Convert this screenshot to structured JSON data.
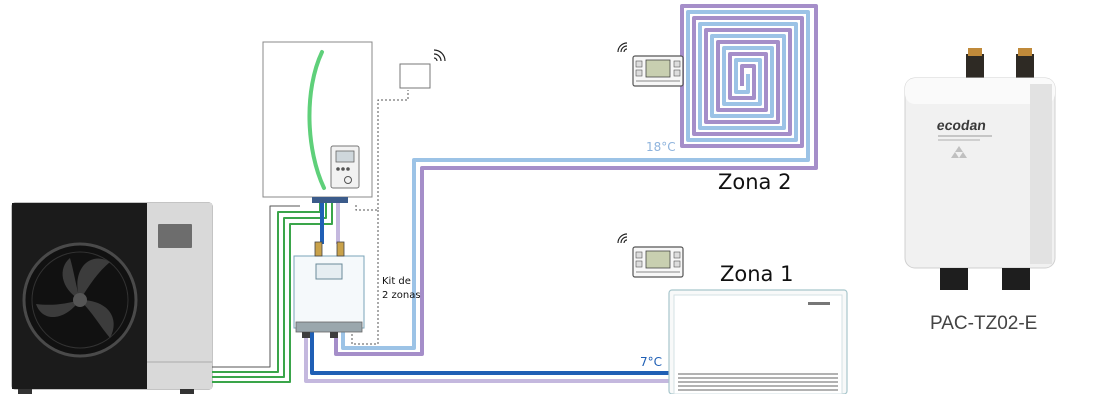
{
  "zones": {
    "zone2_label": "Zona 2",
    "zone1_label": "Zona 1",
    "zone2_temp": "18°C",
    "zone1_temp": "7°C"
  },
  "kit": {
    "line1": "Kit de",
    "line2": "2 zonas"
  },
  "product": {
    "model": "PAC-TZ02-E",
    "logo_text": "ecodan"
  },
  "colors": {
    "hot_pipe": "#1f5fb5",
    "light_pipe": "#9cc3e6",
    "return_pipe": "#a58ec9",
    "signal_pipe": "#3aa54a",
    "outdoor_unit": "#1b1b1b"
  },
  "icons": [
    "fan-icon",
    "wifi-icon",
    "thermostat-icon",
    "controller-icon"
  ]
}
